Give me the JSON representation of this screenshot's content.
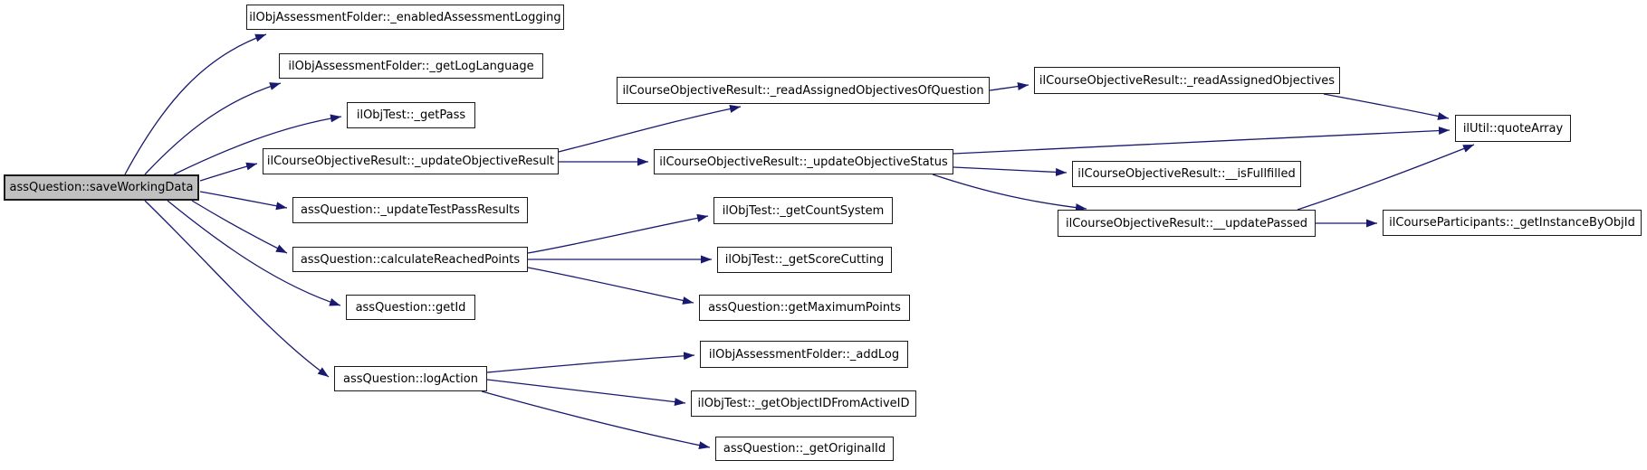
{
  "diagram": {
    "type": "call-graph",
    "root_function": "assQuestion::saveWorkingData",
    "colors": {
      "background": "#ffffff",
      "edge": "#191970",
      "node_fill": "#ffffff",
      "node_border": "#1a1a1a",
      "root_fill": "#c0c0c0"
    },
    "nodes": [
      {
        "id": "saveWorkingData",
        "label": "assQuestion::saveWorkingData",
        "role": "root"
      },
      {
        "id": "enabledAssessmentLogging",
        "label": "ilObjAssessmentFolder::_enabledAssessmentLogging",
        "role": "callee"
      },
      {
        "id": "getLogLanguage",
        "label": "ilObjAssessmentFolder::_getLogLanguage",
        "role": "callee"
      },
      {
        "id": "getPass",
        "label": "ilObjTest::_getPass",
        "role": "callee"
      },
      {
        "id": "updateObjectiveResult",
        "label": "ilCourseObjectiveResult::_updateObjectiveResult",
        "role": "callee"
      },
      {
        "id": "updateTestPassResults",
        "label": "assQuestion::_updateTestPassResults",
        "role": "callee"
      },
      {
        "id": "calculateReachedPoints",
        "label": "assQuestion::calculateReachedPoints",
        "role": "callee"
      },
      {
        "id": "getId",
        "label": "assQuestion::getId",
        "role": "callee"
      },
      {
        "id": "logAction",
        "label": "assQuestion::logAction",
        "role": "callee"
      },
      {
        "id": "readAssignedObjectivesOfQuestion",
        "label": "ilCourseObjectiveResult::_readAssignedObjectivesOfQuestion",
        "role": "callee"
      },
      {
        "id": "updateObjectiveStatus",
        "label": "ilCourseObjectiveResult::_updateObjectiveStatus",
        "role": "callee"
      },
      {
        "id": "getCountSystem",
        "label": "ilObjTest::_getCountSystem",
        "role": "callee"
      },
      {
        "id": "getScoreCutting",
        "label": "ilObjTest::_getScoreCutting",
        "role": "callee"
      },
      {
        "id": "getMaximumPoints",
        "label": "assQuestion::getMaximumPoints",
        "role": "callee"
      },
      {
        "id": "addLog",
        "label": "ilObjAssessmentFolder::_addLog",
        "role": "callee"
      },
      {
        "id": "getObjectIDFromActiveID",
        "label": "ilObjTest::_getObjectIDFromActiveID",
        "role": "callee"
      },
      {
        "id": "getOriginalId",
        "label": "assQuestion::_getOriginalId",
        "role": "callee"
      },
      {
        "id": "readAssignedObjectives",
        "label": "ilCourseObjectiveResult::_readAssignedObjectives",
        "role": "callee"
      },
      {
        "id": "isFullfilled",
        "label": "ilCourseObjectiveResult::__isFullfilled",
        "role": "callee"
      },
      {
        "id": "updatePassed",
        "label": "ilCourseObjectiveResult::__updatePassed",
        "role": "callee"
      },
      {
        "id": "quoteArray",
        "label": "ilUtil::quoteArray",
        "role": "callee"
      },
      {
        "id": "getInstanceByObjId",
        "label": "ilCourseParticipants::_getInstanceByObjId",
        "role": "callee"
      }
    ],
    "edges": [
      {
        "from": "saveWorkingData",
        "to": "enabledAssessmentLogging"
      },
      {
        "from": "saveWorkingData",
        "to": "getLogLanguage"
      },
      {
        "from": "saveWorkingData",
        "to": "getPass"
      },
      {
        "from": "saveWorkingData",
        "to": "updateObjectiveResult"
      },
      {
        "from": "saveWorkingData",
        "to": "updateTestPassResults"
      },
      {
        "from": "saveWorkingData",
        "to": "calculateReachedPoints"
      },
      {
        "from": "saveWorkingData",
        "to": "getId"
      },
      {
        "from": "saveWorkingData",
        "to": "logAction"
      },
      {
        "from": "updateObjectiveResult",
        "to": "readAssignedObjectivesOfQuestion"
      },
      {
        "from": "updateObjectiveResult",
        "to": "updateObjectiveStatus"
      },
      {
        "from": "updateObjectiveStatus",
        "to": "quoteArray"
      },
      {
        "from": "updateObjectiveStatus",
        "to": "isFullfilled"
      },
      {
        "from": "updateObjectiveStatus",
        "to": "updatePassed"
      },
      {
        "from": "readAssignedObjectivesOfQuestion",
        "to": "readAssignedObjectives"
      },
      {
        "from": "readAssignedObjectives",
        "to": "quoteArray"
      },
      {
        "from": "updatePassed",
        "to": "quoteArray"
      },
      {
        "from": "updatePassed",
        "to": "getInstanceByObjId"
      },
      {
        "from": "calculateReachedPoints",
        "to": "getCountSystem"
      },
      {
        "from": "calculateReachedPoints",
        "to": "getScoreCutting"
      },
      {
        "from": "calculateReachedPoints",
        "to": "getMaximumPoints"
      },
      {
        "from": "logAction",
        "to": "addLog"
      },
      {
        "from": "logAction",
        "to": "getObjectIDFromActiveID"
      },
      {
        "from": "logAction",
        "to": "getOriginalId"
      }
    ]
  }
}
